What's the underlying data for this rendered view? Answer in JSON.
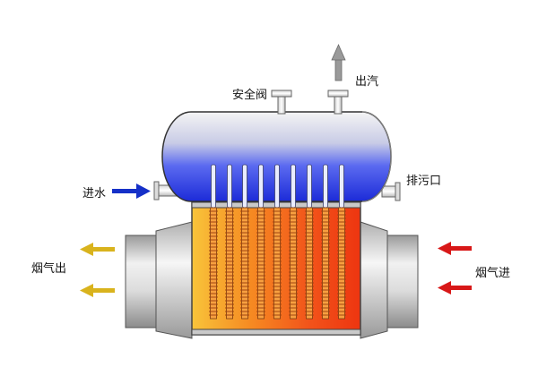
{
  "labels": {
    "safety_valve": "安全阀",
    "steam_out": "出汽",
    "water_in": "进水",
    "blowdown": "排污口",
    "flue_gas_out": "烟气出",
    "flue_gas_in": "烟气进"
  },
  "colors": {
    "drum_top": "#f2f2f2",
    "drum_bottom": "#1f2fe0",
    "hot_left": "#f9c136",
    "hot_right": "#f03a10",
    "inlet_arrow": "#d81818",
    "outlet_arrow": "#d9b31d",
    "water_arrow": "#1530c8",
    "steam_arrow": "#9a9a9a"
  },
  "icons": [
    "steam-arrow-icon",
    "water-in-arrow-icon",
    "flue-gas-in-arrow-icon",
    "flue-gas-out-arrow-icon"
  ]
}
